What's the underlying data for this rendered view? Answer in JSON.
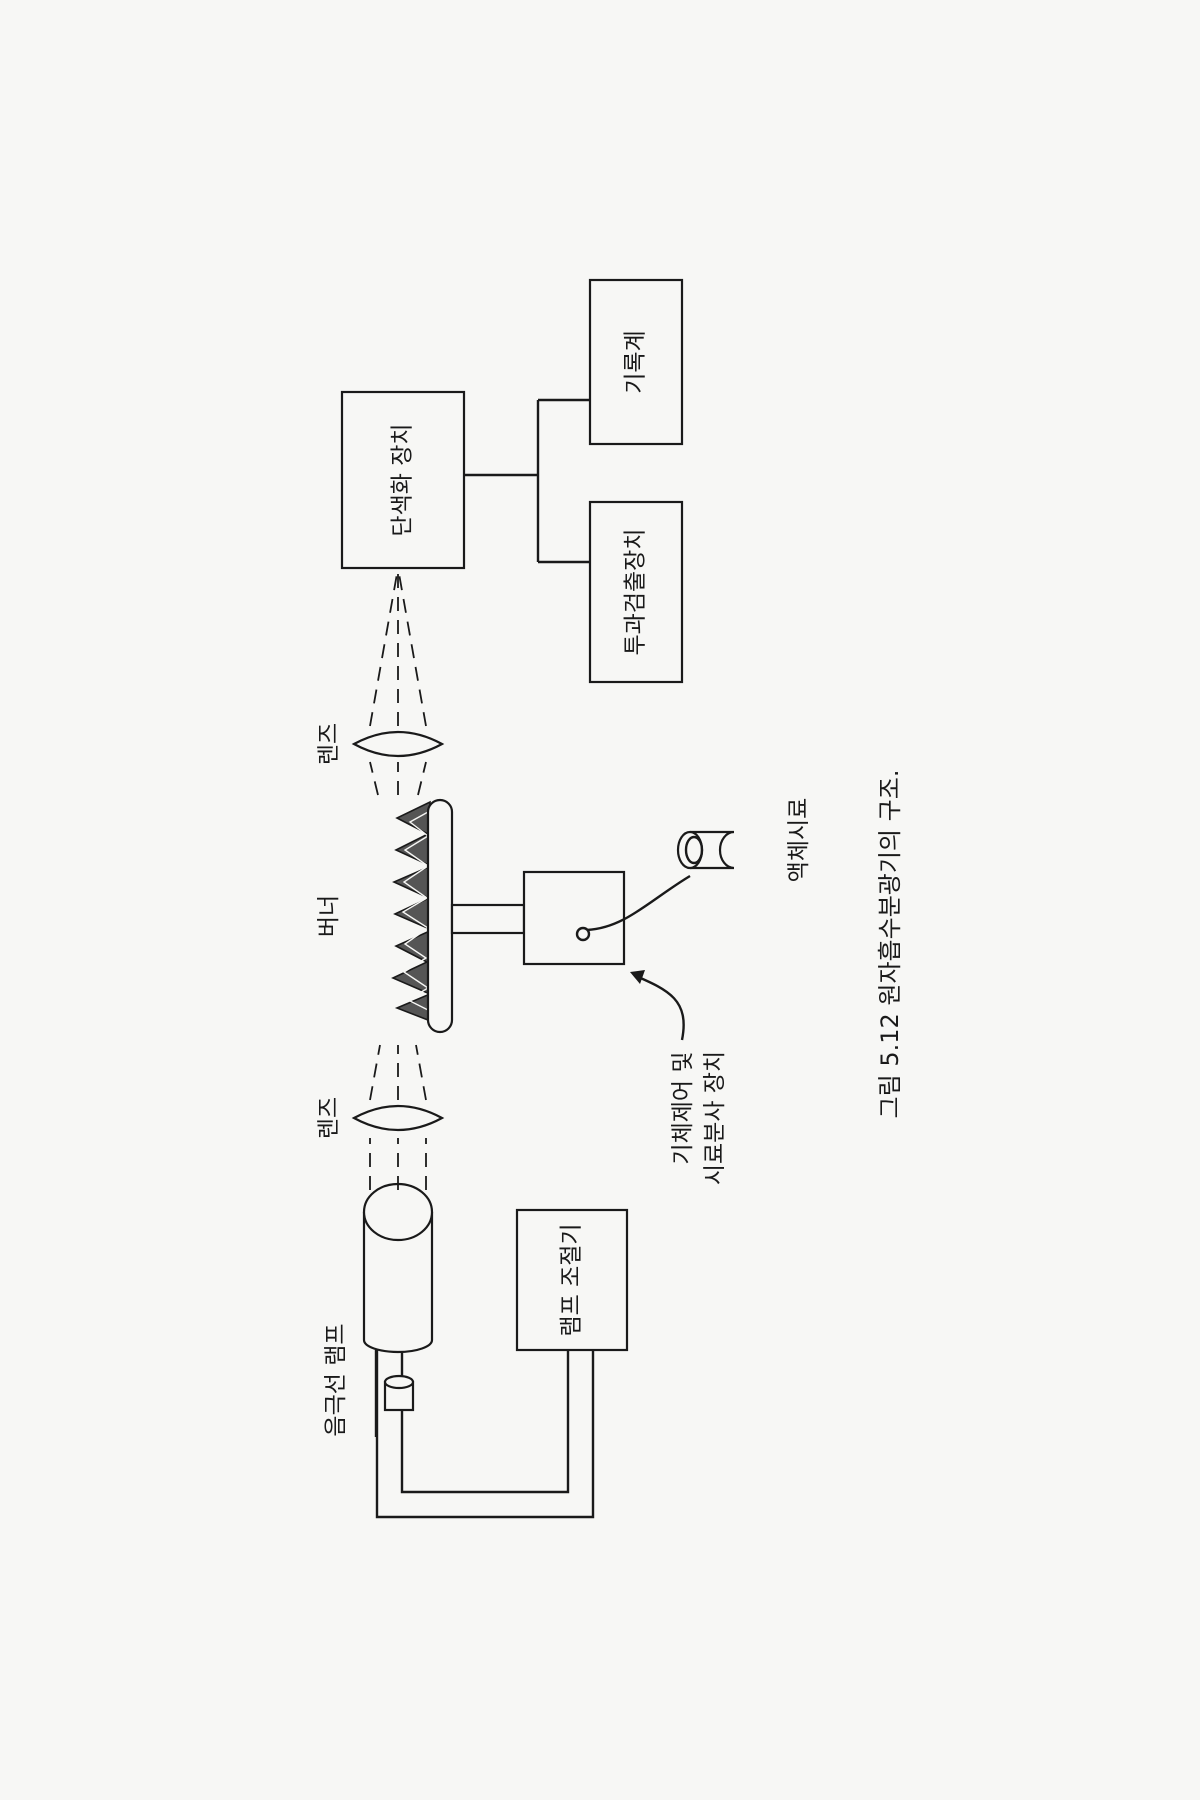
{
  "diagram": {
    "labels": {
      "hollow_cathode_lamp": "음극선 램프",
      "lamp_controller": "램프 조절기",
      "lens_left": "렌즈",
      "burner": "버너",
      "lens_right": "렌즈",
      "monochromator": "단색화 장치",
      "detector": "투과검출장치",
      "recorder": "기록계",
      "gas_control_line1": "기체제어 및",
      "gas_control_line2": "시료분사 장치",
      "liquid_sample": "액체시료"
    },
    "caption": "그림 5.12  원자흡수분광기의 구조."
  }
}
